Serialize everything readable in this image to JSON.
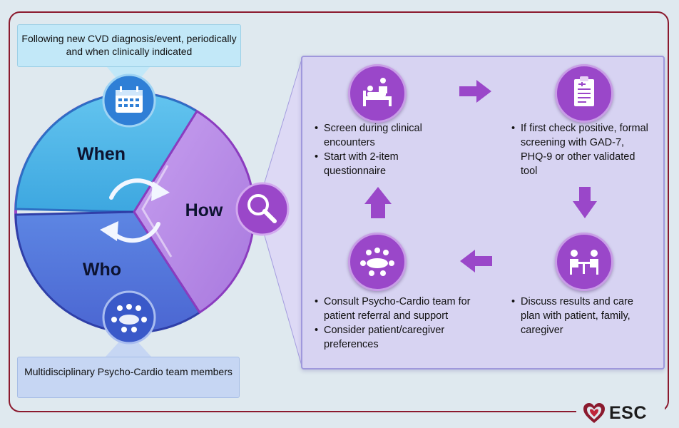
{
  "callouts": {
    "when": "Following new CVD diagnosis/event, periodically and when clinically indicated",
    "who": "Multidisciplinary Psycho-Cardio team members"
  },
  "wheel": {
    "when_label": "When",
    "who_label": "Who",
    "how_label": "How"
  },
  "steps": {
    "screen": [
      "Screen during clinical encounters",
      "Start with 2-item questionnaire"
    ],
    "formal": [
      "If first check positive, formal screening with GAD-7, PHQ-9 or other validated tool"
    ],
    "discuss": [
      "Discuss results and care plan with patient, family, caregiver"
    ],
    "consult": [
      "Consult Psycho-Cardio team for patient referral and support",
      "Consider patient/caregiver preferences"
    ]
  },
  "icons": {
    "calendar": "calendar-icon",
    "team": "team-meeting-icon",
    "search": "magnifier-icon",
    "patient_bed": "patient-bed-icon",
    "questionnaire": "clipboard-icon",
    "consultation": "consultation-icon"
  },
  "colors": {
    "when": "#45b3e6",
    "who": "#5a78dc",
    "how": "#b98ae6",
    "accent": "#9a47c9",
    "frame": "#8b1a2e"
  },
  "logo": {
    "text": "ESC"
  }
}
